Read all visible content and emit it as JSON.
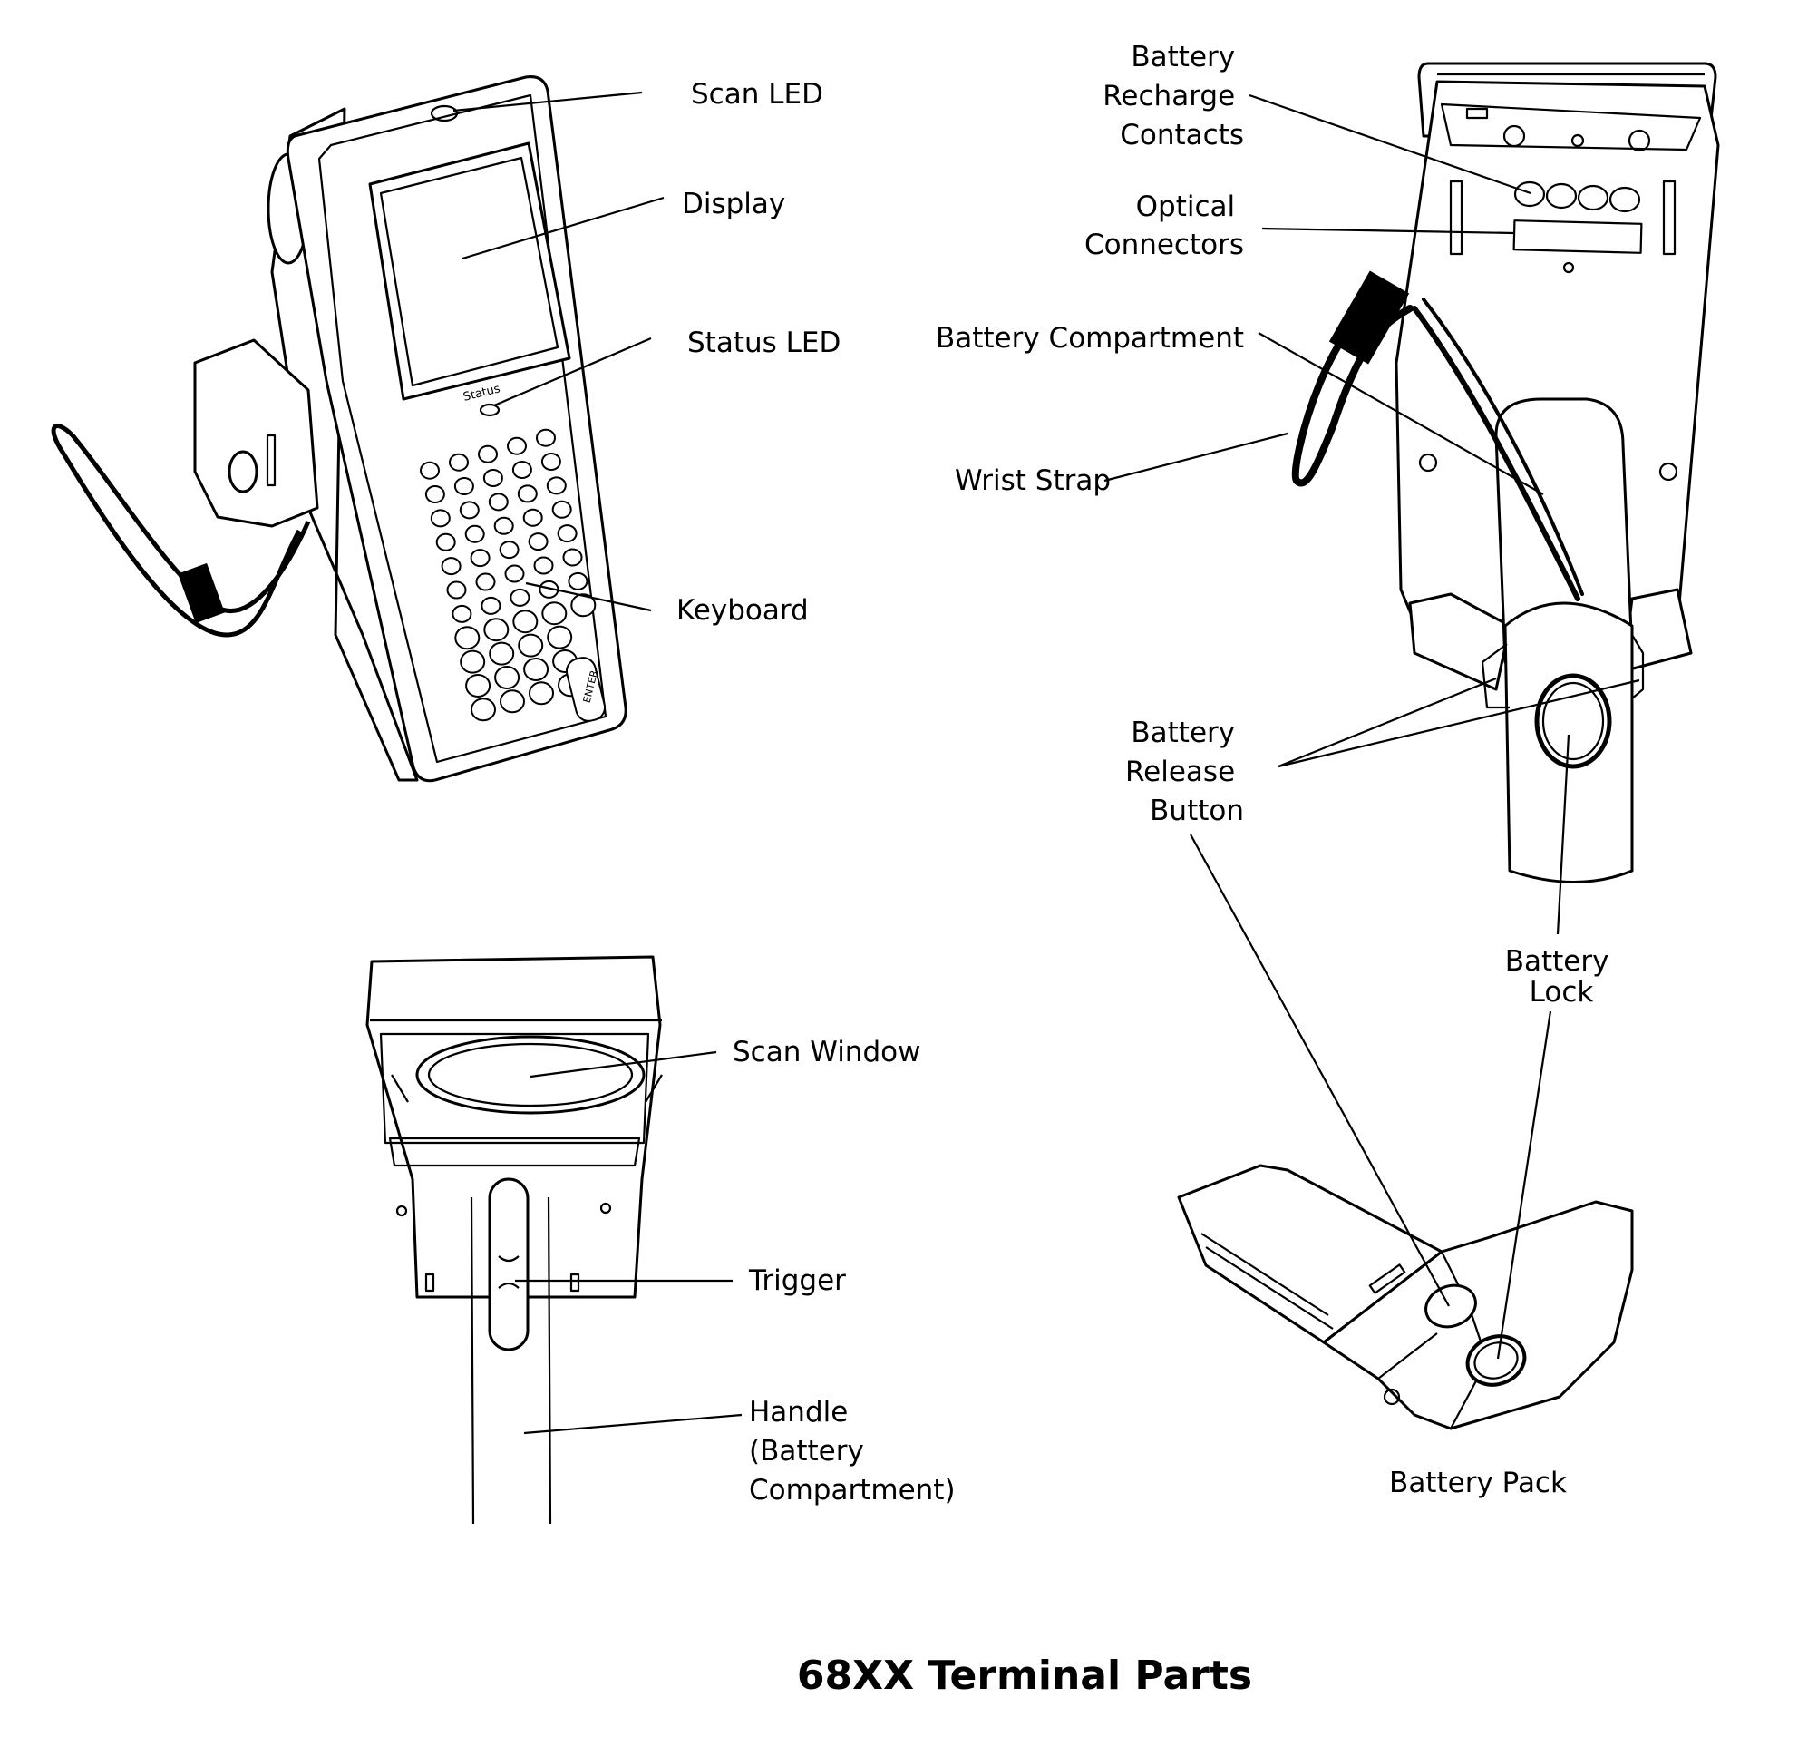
{
  "title": "68XX Terminal Parts",
  "labels": {
    "scan_led": "Scan LED",
    "display": "Display",
    "status_led": "Status LED",
    "keyboard": "Keyboard",
    "battery_recharge_contacts": [
      "Battery",
      "Recharge",
      "Contacts"
    ],
    "optical_connectors": [
      "Optical",
      "Connectors"
    ],
    "battery_compartment": "Battery Compartment",
    "wrist_strap": "Wrist Strap",
    "battery_release_button": [
      "Battery",
      "Release",
      "Button"
    ],
    "battery_lock": [
      "Battery",
      "Lock"
    ],
    "scan_window": "Scan Window",
    "trigger": "Trigger",
    "handle": [
      "Handle",
      "(Battery",
      "Compartment)"
    ],
    "battery_pack": "Battery Pack"
  },
  "device_markings": {
    "status": "Status",
    "enter": "ENTER"
  }
}
